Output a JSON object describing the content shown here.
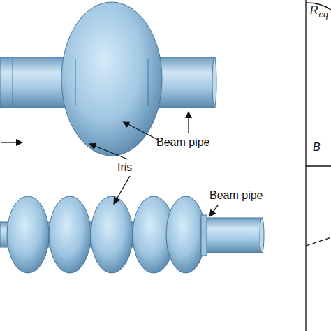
{
  "diagram": {
    "labels": [
      "Beam pipe",
      "Iris",
      "Beam pipe",
      "R",
      "eq",
      "B"
    ]
  }
}
